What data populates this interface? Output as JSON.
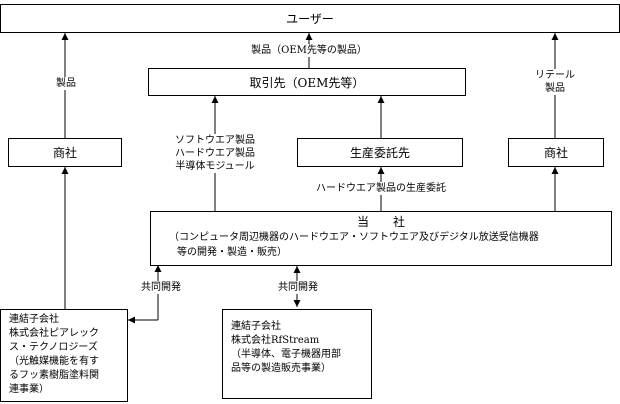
{
  "nodes": {
    "user": "ユーザー",
    "client": "取引先（OEM先等）",
    "trader_left": "商社",
    "trader_right": "商社",
    "manufacturer": "生産委託先",
    "company_title": "当　　社",
    "company_desc_1": "（コンピュータ周辺機器のハードウエア・ソフトウエア及びデジタル放送受信機器",
    "company_desc_2": "等の開発・製造・販売）",
    "sub_left_lines": [
      "連結子会社",
      "株式会社ピアレック",
      "ス・テクノロジーズ",
      "（光触媒機能を有す",
      "るフッ素樹脂塗料関",
      "連事業）"
    ],
    "sub_right_lines": [
      "連結子会社",
      "株式会社RfStream",
      "（半導体、電子機器用部",
      "品等の製造販売事業）"
    ]
  },
  "labels": {
    "products": "製品",
    "products_oem": "製品（OEM先等の製品）",
    "retail_products": "リテール\n製品",
    "company_products": "ソフトウエア製品\nハードウエア製品\n半導体モジュール",
    "hardware_outsourcing": "ハードウエア製品の生産委託",
    "joint_dev_left": "共同開発",
    "joint_dev_right": "共同開発"
  }
}
